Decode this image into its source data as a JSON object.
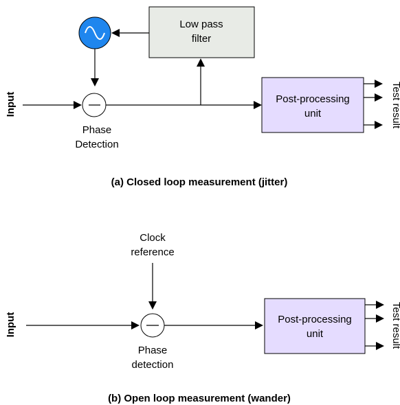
{
  "colors": {
    "filter_fill": "#e8ebe6",
    "post_fill": "#e5dcff",
    "oscillator_fill": "#1f86ee",
    "line": "#000000"
  },
  "icons": {
    "oscillator": "sine-wave-icon",
    "phase_detector": "minus-circle-icon"
  },
  "closed_loop": {
    "input_label": "Input",
    "filter_label_line1": "Low pass",
    "filter_label_line2": "filter",
    "post_label_line1": "Post-processing",
    "post_label_line2": "unit",
    "detector_label_line1": "Phase",
    "detector_label_line2": "Detection",
    "output_label": "Test result",
    "caption": "(a) Closed loop measurement (jitter)"
  },
  "open_loop": {
    "input_label": "Input",
    "clock_label_line1": "Clock",
    "clock_label_line2": "reference",
    "post_label_line1": "Post-processing",
    "post_label_line2": "unit",
    "detector_label_line1": "Phase",
    "detector_label_line2": "detection",
    "output_label": "Test result",
    "caption": "(b) Open loop measurement (wander)"
  }
}
